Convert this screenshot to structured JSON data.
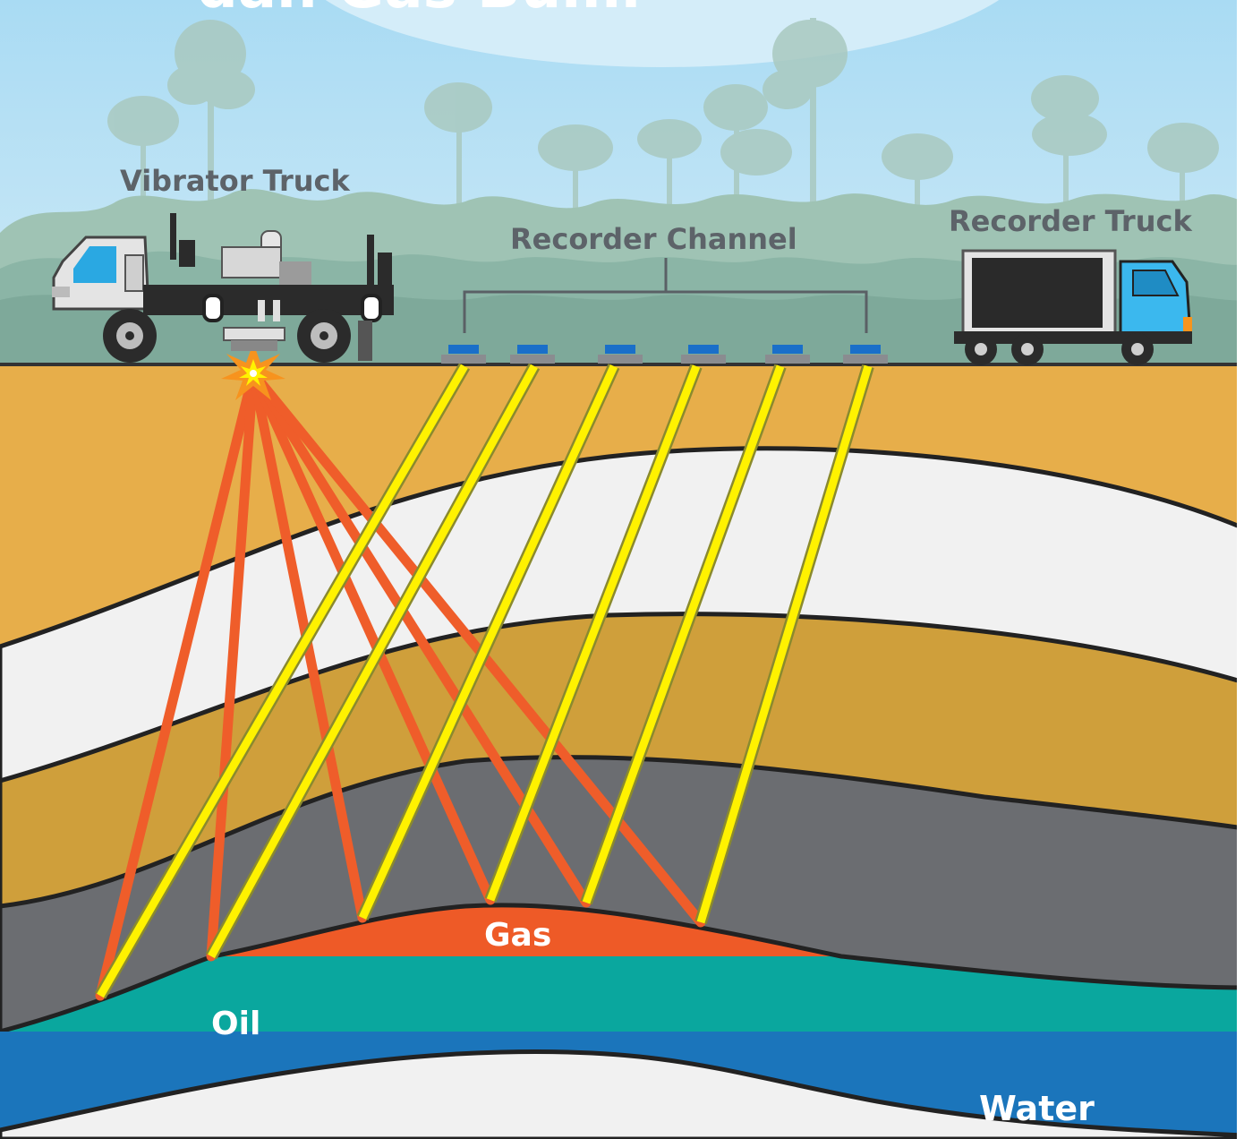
{
  "title_fragment": "dan Gas Bumi",
  "labels": {
    "vibrator_truck": "Vibrator Truck",
    "recorder_channel": "Recorder Channel",
    "recorder_truck": "Recorder Truck",
    "gas": "Gas",
    "oil": "Oil",
    "water": "Water"
  },
  "colors": {
    "sky": "#bfe4f6",
    "topsoil": "#e7ae4a",
    "light_layer": "#f1f1f1",
    "ochre_layer": "#cf9f3b",
    "gray_layer": "#6b6d71",
    "gas": "#ee5a27",
    "oil": "#0aa79e",
    "water": "#1b75bb",
    "source_ray": "#ef5d2a",
    "reflected_ray": "#fff200",
    "geophone": "#1a6fc9"
  }
}
